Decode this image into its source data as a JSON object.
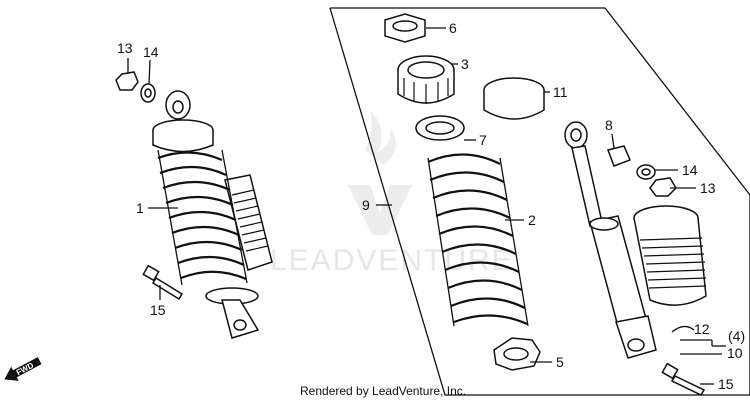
{
  "diagram": {
    "callouts": [
      {
        "id": "c13a",
        "label": "13"
      },
      {
        "id": "c14a",
        "label": "14"
      },
      {
        "id": "c1",
        "label": "1"
      },
      {
        "id": "c15a",
        "label": "15"
      },
      {
        "id": "c6",
        "label": "6"
      },
      {
        "id": "c3",
        "label": "3"
      },
      {
        "id": "c11",
        "label": "11"
      },
      {
        "id": "c7",
        "label": "7"
      },
      {
        "id": "c9",
        "label": "9"
      },
      {
        "id": "c2",
        "label": "2"
      },
      {
        "id": "c5",
        "label": "5"
      },
      {
        "id": "c8",
        "label": "8"
      },
      {
        "id": "c14b",
        "label": "14"
      },
      {
        "id": "c13b",
        "label": "13"
      },
      {
        "id": "c12",
        "label": "12"
      },
      {
        "id": "c4",
        "label": "(4)"
      },
      {
        "id": "c10",
        "label": "10"
      },
      {
        "id": "c15b",
        "label": "15"
      }
    ],
    "fwd_label": "FWD",
    "watermark": "LEADVENTURE",
    "footer": "Rendered by LeadVenture, Inc."
  }
}
